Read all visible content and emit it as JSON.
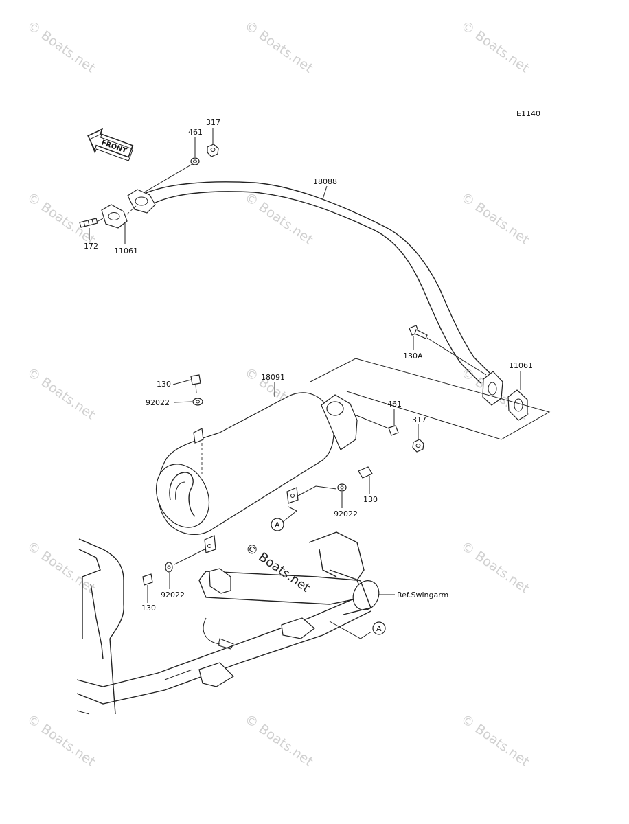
{
  "watermark": "© Boats.net",
  "diagram_code": "E1140",
  "front_label": "FRONT",
  "parts": {
    "nut_top": "317",
    "washer_top": "461",
    "exhaust_pipe": "18088",
    "stud": "172",
    "gasket_front": "11061",
    "bolt_130A": "130A",
    "gasket_rear": "11061",
    "bolt_130_upper": "130",
    "muffler": "18091",
    "washer_92022_upper": "92022",
    "washer_461_mid": "461",
    "nut_317_mid": "317",
    "bolt_130_right": "130",
    "washer_92022_right": "92022",
    "washer_92022_lower": "92022",
    "bolt_130_lower": "130",
    "ref_swingarm": "Ref.Swingarm"
  },
  "callouts": {
    "a_upper": "A",
    "a_lower": "A"
  }
}
